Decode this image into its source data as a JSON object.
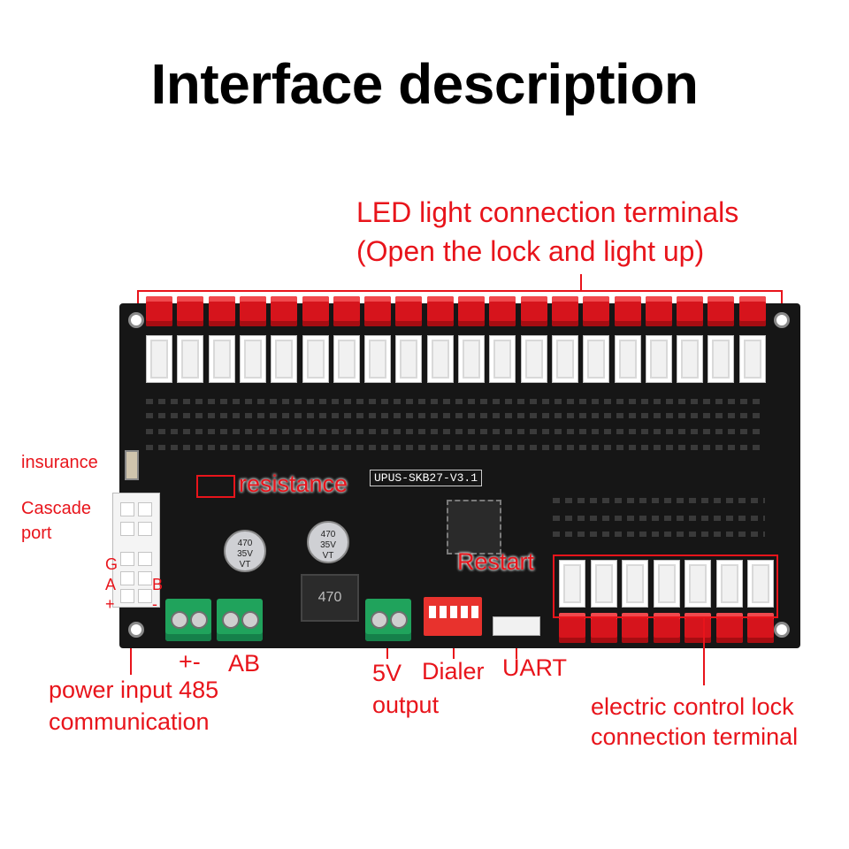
{
  "title": "Interface description",
  "board_label": "UPUS-SKB27-V3.1",
  "inductor_label": "470",
  "capacitor_label": "470\n35V\nVT",
  "callouts": {
    "led_terminals_line1": "LED light connection terminals",
    "led_terminals_line2": "(Open the lock and light up)",
    "insurance": "insurance",
    "resistance": "resistance",
    "cascade_line1": "Cascade",
    "cascade_line2": "port",
    "pin_g": "G",
    "pin_a": "A",
    "pin_b": "B",
    "pin_plus": "+",
    "pin_minus": "-",
    "restart": "Restart",
    "plus_minus": "+-",
    "ab": "AB",
    "power_line1": "power input 485",
    "power_line2": "communication",
    "output_line1": "5V",
    "output_line2": "output",
    "dialer": "Dialer",
    "uart": "UART",
    "lock_line1": "electric control lock",
    "lock_line2": "connection terminal"
  },
  "colors": {
    "callout": "#e8141b",
    "board": "#161616",
    "connector_red": "#d6141c",
    "terminal_green": "#20a35c"
  },
  "counts": {
    "led_channels": 20,
    "lock_channels": 7
  }
}
